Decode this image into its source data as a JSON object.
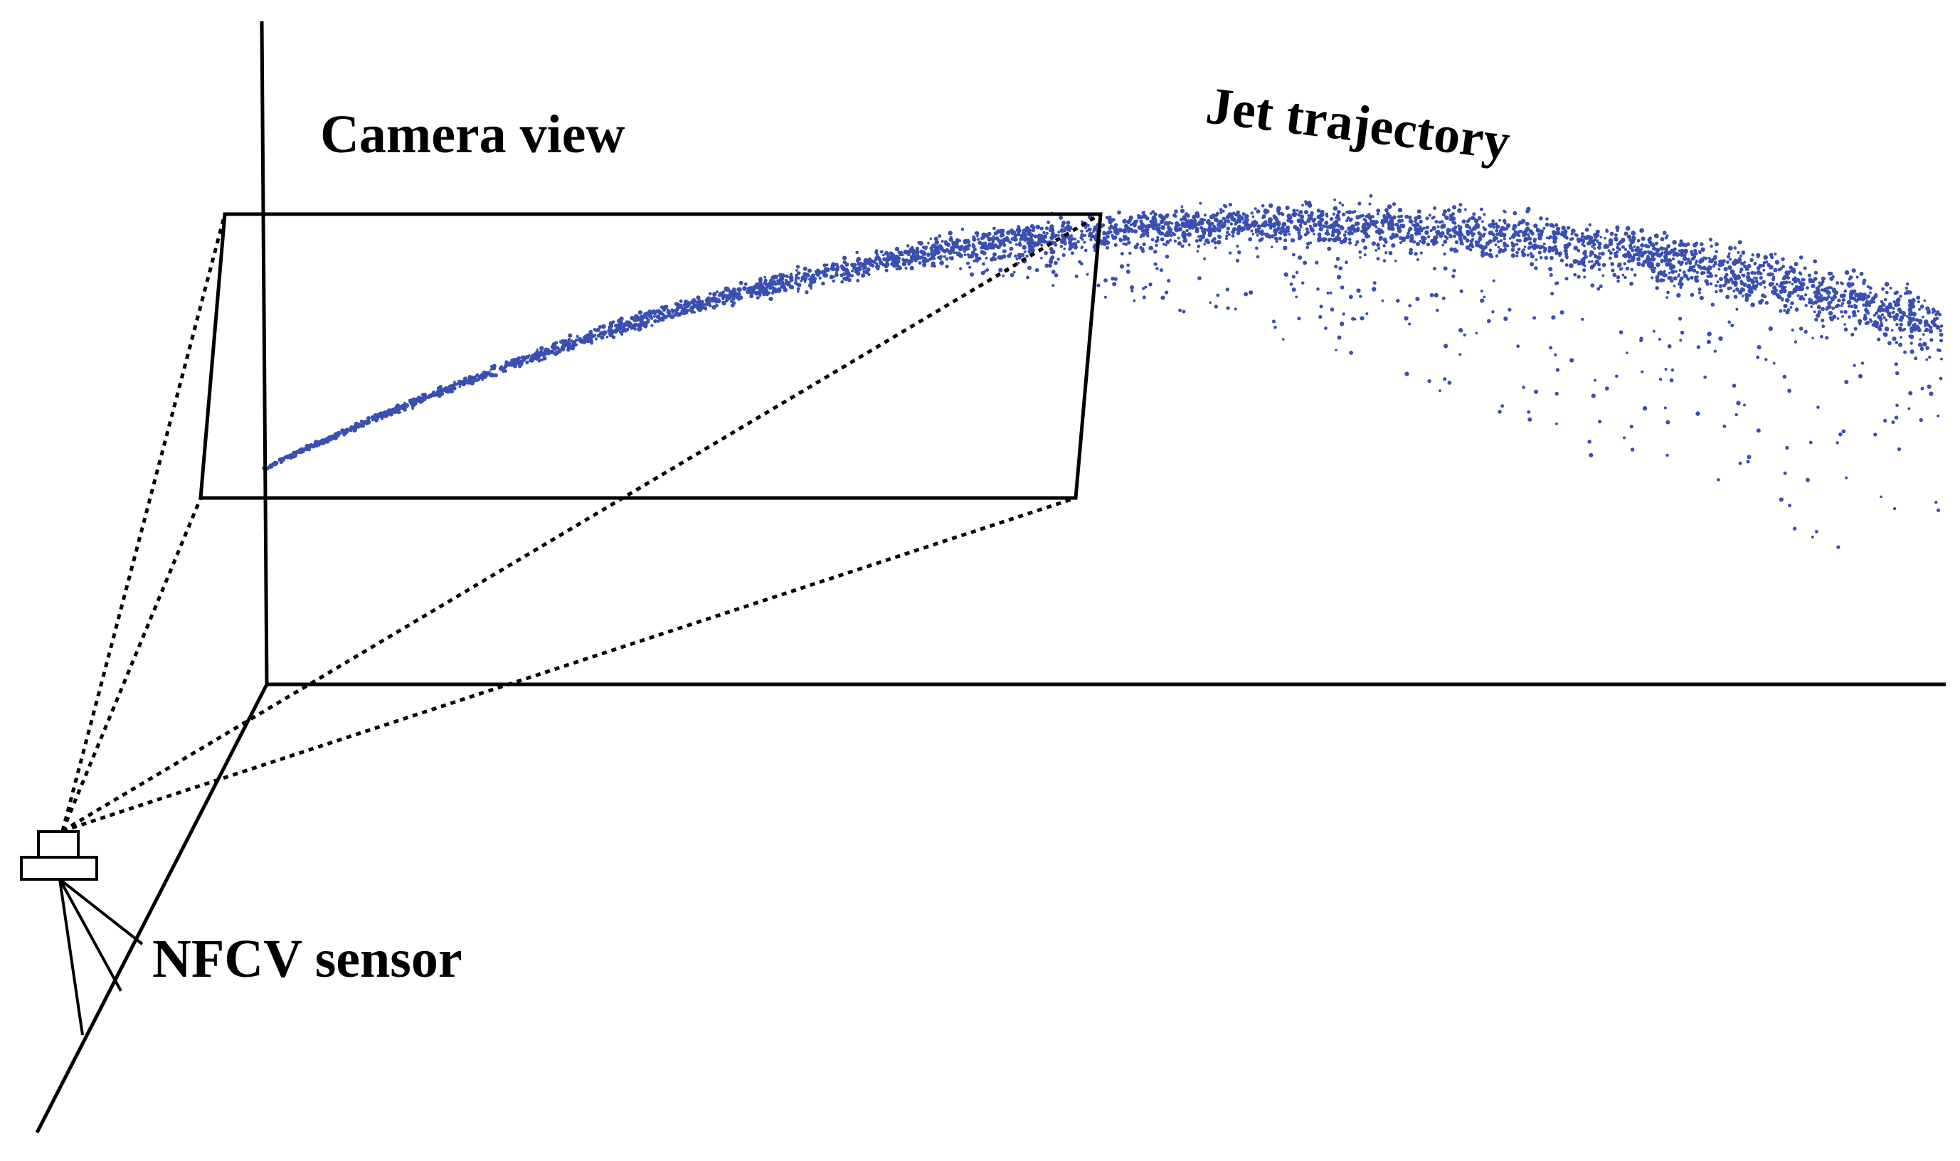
{
  "labels": {
    "camera_view": "Camera view",
    "jet_trajectory": "Jet trajectory",
    "sensor": "NFCV sensor"
  },
  "colors": {
    "jet_droplets": "#3a4fb0",
    "lines": "#000000",
    "background": "#ffffff"
  }
}
